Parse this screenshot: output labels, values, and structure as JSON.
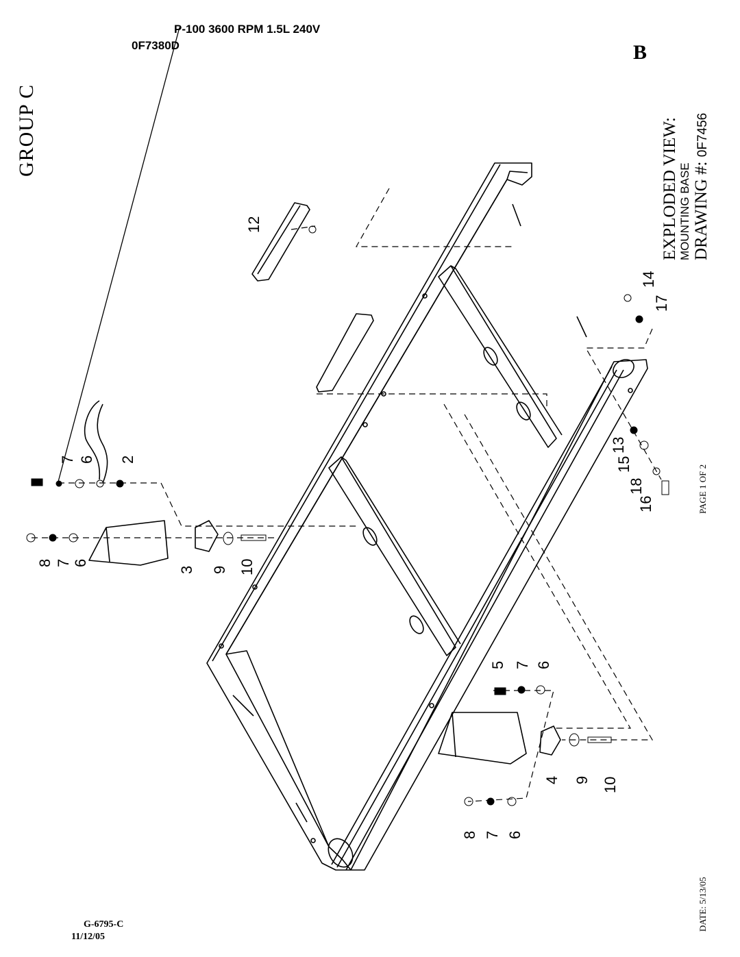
{
  "header": {
    "model_line": "P-100 3600 RPM 1.5L 240V",
    "model_code": "0F7380D",
    "section_letter": "B",
    "group_label": "GROUP C"
  },
  "title_block": {
    "view_title": "EXPLODED VIEW:",
    "view_subject": "MOUNTING BASE",
    "drawing_label": "DRAWING #:",
    "drawing_number": "0F7456",
    "page": "PAGE 1 OF 2",
    "date": "DATE:  5/13/05"
  },
  "footer": {
    "doc_number": "G-6795-C",
    "doc_date": "11/12/05"
  },
  "callouts": {
    "c12": "12",
    "c14": "14",
    "c17": "17",
    "c7a": "7",
    "c6a": "6",
    "c2": "2",
    "c8a": "8",
    "c7b": "7",
    "c6b": "6",
    "c3": "3",
    "c9a": "9",
    "c10a": "10",
    "c13": "13",
    "c15": "15",
    "c18": "18",
    "c16": "16",
    "c5": "5",
    "c7c": "7",
    "c6c": "6",
    "c4": "4",
    "c9b": "9",
    "c10b": "10",
    "c8b": "8",
    "c7d": "7",
    "c6d": "6"
  }
}
